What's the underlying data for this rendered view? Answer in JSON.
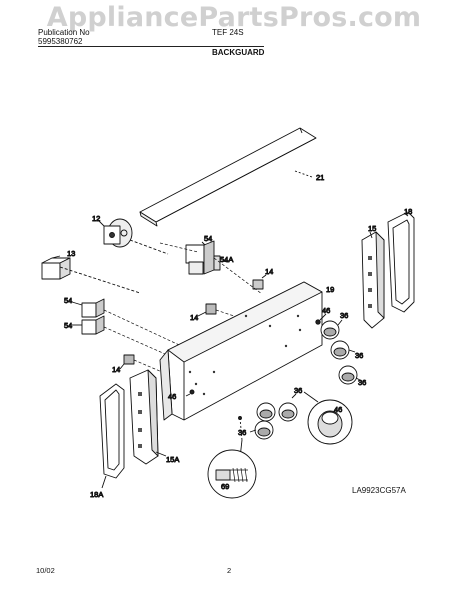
{
  "watermark": "AppliancePartsPros.com",
  "header": {
    "line1": "Publication No",
    "line2": "5995380762",
    "model": "TEF 24S",
    "section": "BACKGUARD"
  },
  "callouts": {
    "c21": "21",
    "c12": "12",
    "c18": "18",
    "c15": "15",
    "c54_top": "54",
    "c54a": "54A",
    "c13": "13",
    "c14_top": "14",
    "c19": "19",
    "c54_mid": "54",
    "c54_low": "54",
    "c14_mid": "14",
    "c46_right": "46",
    "c36_a": "36",
    "c36_b": "36",
    "c36_c": "36",
    "c14_low": "14",
    "c46_left": "46",
    "c36_d": "36",
    "c46_detail": "46",
    "c36_e": "36",
    "c15a": "15A",
    "c69": "69",
    "c18a": "18A"
  },
  "part_reference": "LA9923CG57A",
  "footer": {
    "date": "10/02",
    "page": "2"
  }
}
